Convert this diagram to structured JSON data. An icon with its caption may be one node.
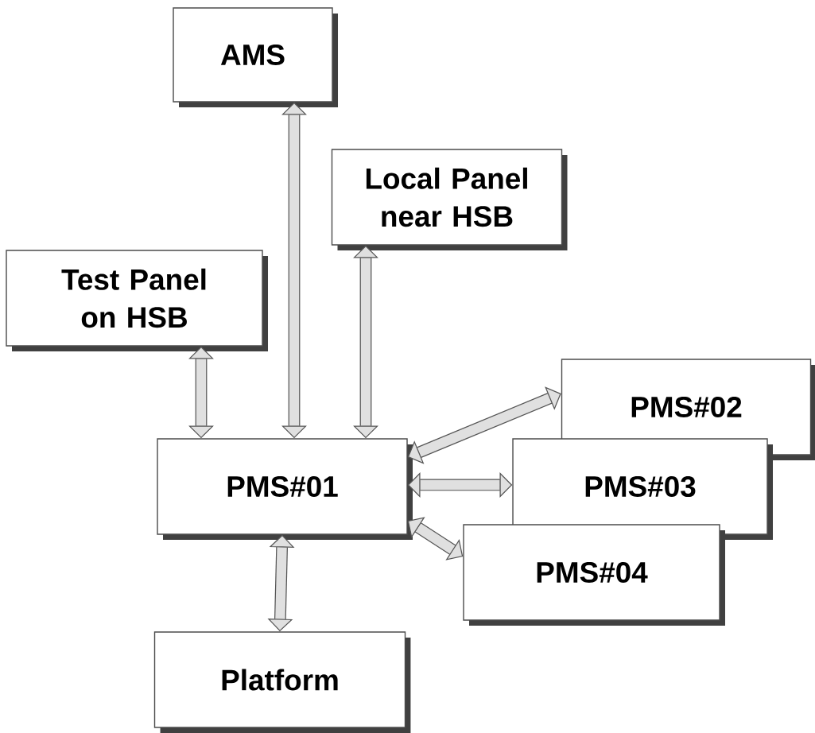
{
  "diagram": {
    "nodes": [
      {
        "text": [
          "AMS"
        ]
      },
      {
        "text": [
          "Local Panel near HSB"
        ]
      },
      {
        "text": [
          "Test Panel on HSB"
        ]
      },
      {
        "text": [
          "PMS#02"
        ]
      },
      {
        "text": [
          "PMS#01"
        ]
      },
      {
        "text": [
          "PMS#03"
        ]
      },
      {
        "text": [
          "PMS#04"
        ]
      },
      {
        "text": [
          "Platform"
        ]
      }
    ],
    "edges": [
      {
        "from": 4,
        "to": 0,
        "arrow": "both"
      },
      {
        "from": 4,
        "to": 1,
        "arrow": "both"
      },
      {
        "from": 4,
        "to": 2,
        "arrow": "both"
      },
      {
        "from": 4,
        "to": 3,
        "arrow": "both"
      },
      {
        "from": 4,
        "to": 5,
        "arrow": "both"
      },
      {
        "from": 4,
        "to": 6,
        "arrow": "both"
      },
      {
        "from": 4,
        "to": 7,
        "arrow": "both"
      }
    ]
  }
}
